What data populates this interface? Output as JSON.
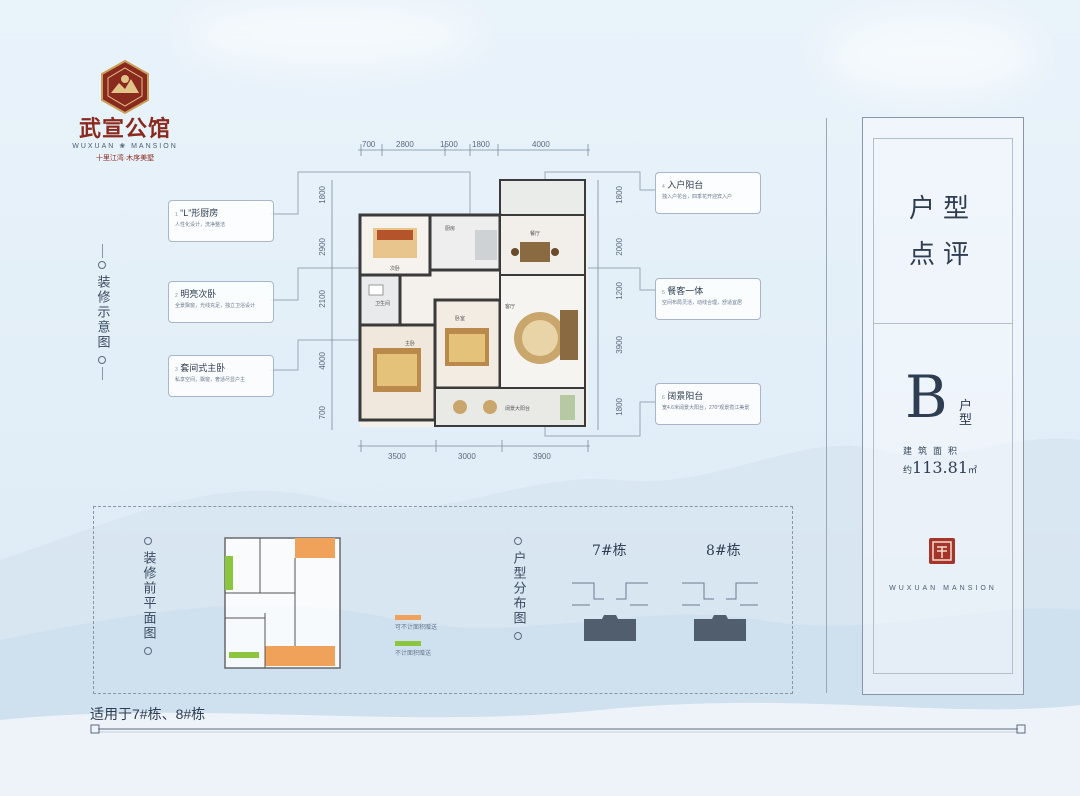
{
  "brand": {
    "name": "武宣公馆",
    "name_en": "WUXUAN ❀ MANSION",
    "tagline": "十里江湾·木序美墅"
  },
  "side_tags": {
    "decor": "装修示意图",
    "pre_decor": "装修前平面图",
    "distribution": "户型分布图"
  },
  "callouts": [
    {
      "num": "1",
      "title": "“L”形厨房",
      "desc": "人性化设计，洗净整洁"
    },
    {
      "num": "2",
      "title": "明亮次卧",
      "desc": "全景飘窗，光线充足，独立卫浴设计"
    },
    {
      "num": "3",
      "title": "套间式主卧",
      "desc": "私享空间，飘窗，奢适尽显户主"
    },
    {
      "num": "4",
      "title": "入户阳台",
      "desc": "独入户花台，四季花开迎宾入户"
    },
    {
      "num": "5",
      "title": "餐客一体",
      "desc": "空间布局灵活，动线合理，舒适宜居"
    },
    {
      "num": "6",
      "title": "阔景阳台",
      "desc": "宽4.6米阔景大阳台，270°观景揽江美景"
    }
  ],
  "dims": {
    "top": [
      "700",
      "2800",
      "1500",
      "1800",
      "4000"
    ],
    "bottom": [
      "3500",
      "3000",
      "3900"
    ],
    "left": [
      "1800",
      "2900",
      "2100",
      "4000",
      "700"
    ],
    "right": [
      "1800",
      "2000",
      "1200",
      "3900",
      "1800"
    ]
  },
  "rooms": {
    "kitchen": "厨房",
    "bedroom2": "次卧",
    "bath": "卫生间",
    "dining": "餐厅",
    "living": "客厅",
    "master": "主卧",
    "bedroom3": "卧室",
    "balcony": "阔景大阳台"
  },
  "panel": {
    "title1": "户型",
    "title2": "点评",
    "type_letter": "B",
    "type_sub": "户型",
    "area_label": "建筑面积",
    "area_prefix": "约",
    "area_value": "113.81",
    "area_unit": "㎡",
    "brand_en": "WUXUAN MANSION"
  },
  "buildings": [
    "7#栋",
    "8#栋"
  ],
  "legend": [
    {
      "label": "可不计面积赠送",
      "color": "#f0a25a"
    },
    {
      "label": "不计面积赠送",
      "color": "#8cc63f"
    }
  ],
  "footer": {
    "applies": "适用于7#栋、8#栋"
  },
  "colors": {
    "accent": "#8a2a1f",
    "ink": "#2f3d52",
    "orange": "#f0a25a",
    "green": "#8cc63f"
  }
}
